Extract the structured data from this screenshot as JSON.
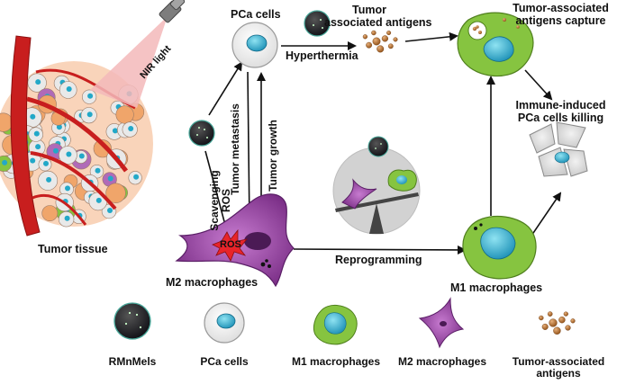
{
  "labels": {
    "nir_light": "NIR light",
    "tumor_tissue": "Tumor tissue",
    "pca_cells_top": "PCa cells",
    "tumor_associated_antigens_top": [
      "Tumor",
      "associated antigens"
    ],
    "tumor_associated_antigens_capture": [
      "Tumor-associated",
      "antigens capture"
    ],
    "hyperthermia": "Hyperthermia",
    "tumor_metastasis": "Tumor metastasis",
    "tumor_growth": "Tumor growth",
    "scavenging_ros": [
      "Scavenging",
      "ROS"
    ],
    "ros": "ROS",
    "immune_induced_killing": [
      "Immune-induced",
      "PCa cells killing"
    ],
    "reprogramming": "Reprogramming",
    "m2_macrophages": "M2 macrophages",
    "m1_macrophages": "M1 macrophages"
  },
  "legend": [
    {
      "icon": "rmnmels-icon",
      "label": [
        "RMnMels"
      ]
    },
    {
      "icon": "pca-cell-icon",
      "label": [
        "PCa cells"
      ]
    },
    {
      "icon": "m1-macrophage-icon",
      "label": [
        "M1 macrophages"
      ]
    },
    {
      "icon": "m2-macrophage-icon",
      "label": [
        "M2 macrophages"
      ]
    },
    {
      "icon": "antigens-icon",
      "label": [
        "Tumor-associated",
        "antigens"
      ]
    }
  ],
  "colors": {
    "vessel": "#c81e1e",
    "nir_beam": "#f3b8ba",
    "pca_nucleus": "#22a8c8",
    "m1_body": "#86c440",
    "m2_body": "#8c3f95",
    "antigen": "#b8732f",
    "ros_burst": "#e8242a",
    "arrow": "#111111"
  }
}
